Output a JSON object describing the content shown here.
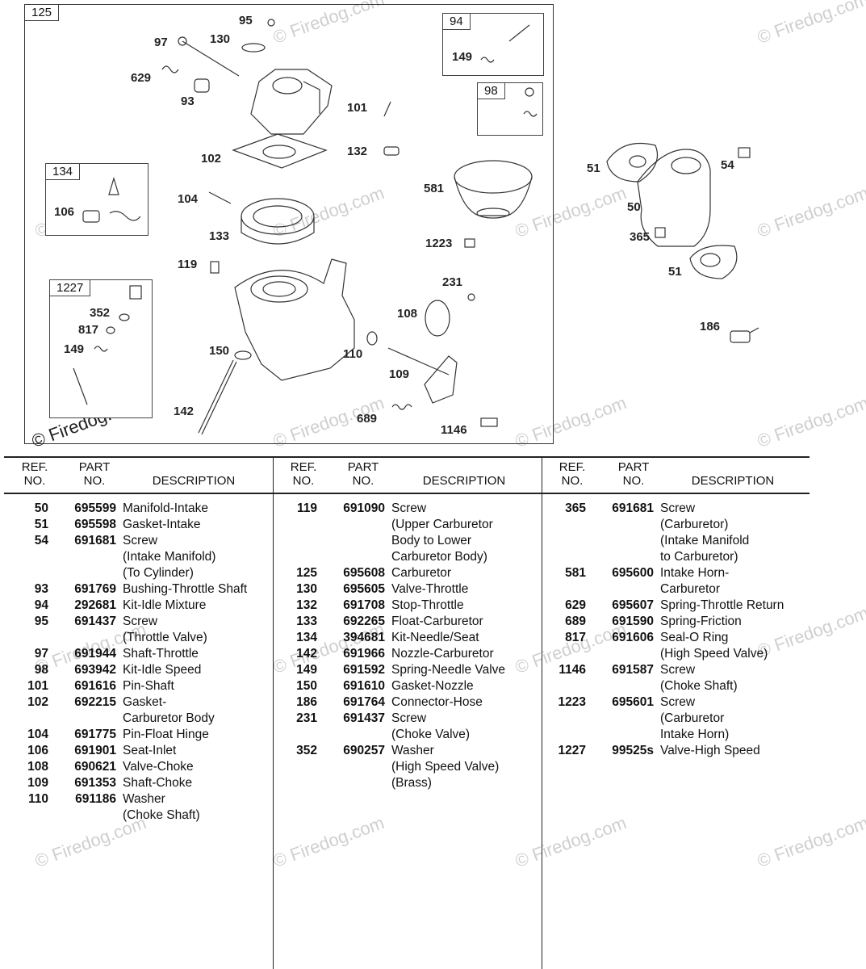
{
  "watermark": "© Firedog.com",
  "diagram": {
    "group_boxes": [
      {
        "ref": "125"
      },
      {
        "ref": "94"
      },
      {
        "ref": "98"
      },
      {
        "ref": "134"
      },
      {
        "ref": "1227"
      }
    ],
    "labels": [
      "95",
      "97",
      "130",
      "629",
      "93",
      "101",
      "132",
      "102",
      "581",
      "104",
      "1223",
      "133",
      "119",
      "231",
      "108",
      "150",
      "110",
      "109",
      "142",
      "689",
      "1146",
      "149",
      "106",
      "352",
      "817",
      "149",
      "51",
      "54",
      "50",
      "365",
      "51",
      "186"
    ]
  },
  "table": {
    "headers": {
      "ref": "REF.\nNO.",
      "part": "PART\nNO.",
      "desc": "DESCRIPTION"
    },
    "columns": [
      [
        {
          "ref": "50",
          "part": "695599",
          "desc": "Manifold-Intake"
        },
        {
          "ref": "51",
          "part": "695598",
          "desc": "Gasket-Intake"
        },
        {
          "ref": "54",
          "part": "691681",
          "desc": "Screw"
        },
        {
          "ref": "",
          "part": "",
          "desc": "(Intake Manifold)"
        },
        {
          "ref": "",
          "part": "",
          "desc": "(To Cylinder)"
        },
        {
          "ref": "93",
          "part": "691769",
          "desc": "Bushing-Throttle Shaft"
        },
        {
          "ref": "94",
          "part": "292681",
          "desc": "Kit-Idle Mixture"
        },
        {
          "ref": "95",
          "part": "691437",
          "desc": "Screw"
        },
        {
          "ref": "",
          "part": "",
          "desc": "(Throttle Valve)"
        },
        {
          "ref": "97",
          "part": "691944",
          "desc": "Shaft-Throttle"
        },
        {
          "ref": "98",
          "part": "693942",
          "desc": "Kit-Idle Speed"
        },
        {
          "ref": "101",
          "part": "691616",
          "desc": "Pin-Shaft"
        },
        {
          "ref": "102",
          "part": "692215",
          "desc": "Gasket-"
        },
        {
          "ref": "",
          "part": "",
          "desc": "Carburetor Body"
        },
        {
          "ref": "104",
          "part": "691775",
          "desc": "Pin-Float Hinge"
        },
        {
          "ref": "106",
          "part": "691901",
          "desc": "Seat-Inlet"
        },
        {
          "ref": "108",
          "part": "690621",
          "desc": "Valve-Choke"
        },
        {
          "ref": "109",
          "part": "691353",
          "desc": "Shaft-Choke"
        },
        {
          "ref": "110",
          "part": "691186",
          "desc": "Washer"
        },
        {
          "ref": "",
          "part": "",
          "desc": "(Choke Shaft)"
        }
      ],
      [
        {
          "ref": "119",
          "part": "691090",
          "desc": "Screw"
        },
        {
          "ref": "",
          "part": "",
          "desc": "(Upper Carburetor"
        },
        {
          "ref": "",
          "part": "",
          "desc": "Body to Lower"
        },
        {
          "ref": "",
          "part": "",
          "desc": "Carburetor Body)"
        },
        {
          "ref": "125",
          "part": "695608",
          "desc": "Carburetor"
        },
        {
          "ref": "130",
          "part": "695605",
          "desc": "Valve-Throttle"
        },
        {
          "ref": "132",
          "part": "691708",
          "desc": "Stop-Throttle"
        },
        {
          "ref": "133",
          "part": "692265",
          "desc": "Float-Carburetor"
        },
        {
          "ref": "134",
          "part": "394681",
          "desc": "Kit-Needle/Seat"
        },
        {
          "ref": "142",
          "part": "691966",
          "desc": "Nozzle-Carburetor"
        },
        {
          "ref": "149",
          "part": "691592",
          "desc": "Spring-Needle Valve"
        },
        {
          "ref": "150",
          "part": "691610",
          "desc": "Gasket-Nozzle"
        },
        {
          "ref": "186",
          "part": "691764",
          "desc": "Connector-Hose"
        },
        {
          "ref": "231",
          "part": "691437",
          "desc": "Screw"
        },
        {
          "ref": "",
          "part": "",
          "desc": "(Choke Valve)"
        },
        {
          "ref": "352",
          "part": "690257",
          "desc": "Washer"
        },
        {
          "ref": "",
          "part": "",
          "desc": "(High Speed Valve)"
        },
        {
          "ref": "",
          "part": "",
          "desc": "(Brass)"
        }
      ],
      [
        {
          "ref": "365",
          "part": "691681",
          "desc": "Screw"
        },
        {
          "ref": "",
          "part": "",
          "desc": "(Carburetor)"
        },
        {
          "ref": "",
          "part": "",
          "desc": "(Intake Manifold"
        },
        {
          "ref": "",
          "part": "",
          "desc": "to Carburetor)"
        },
        {
          "ref": "581",
          "part": "695600",
          "desc": "Intake Horn-"
        },
        {
          "ref": "",
          "part": "",
          "desc": "Carburetor"
        },
        {
          "ref": "629",
          "part": "695607",
          "desc": "Spring-Throttle Return"
        },
        {
          "ref": "689",
          "part": "691590",
          "desc": "Spring-Friction"
        },
        {
          "ref": "817",
          "part": "691606",
          "desc": "Seal-O Ring"
        },
        {
          "ref": "",
          "part": "",
          "desc": "(High Speed Valve)"
        },
        {
          "ref": "1146",
          "part": "691587",
          "desc": "Screw"
        },
        {
          "ref": "",
          "part": "",
          "desc": "(Choke Shaft)"
        },
        {
          "ref": "1223",
          "part": "695601",
          "desc": "Screw"
        },
        {
          "ref": "",
          "part": "",
          "desc": "(Carburetor"
        },
        {
          "ref": "",
          "part": "",
          "desc": "Intake Horn)"
        },
        {
          "ref": "1227",
          "part": "99525s",
          "desc": "Valve-High Speed"
        }
      ]
    ]
  }
}
